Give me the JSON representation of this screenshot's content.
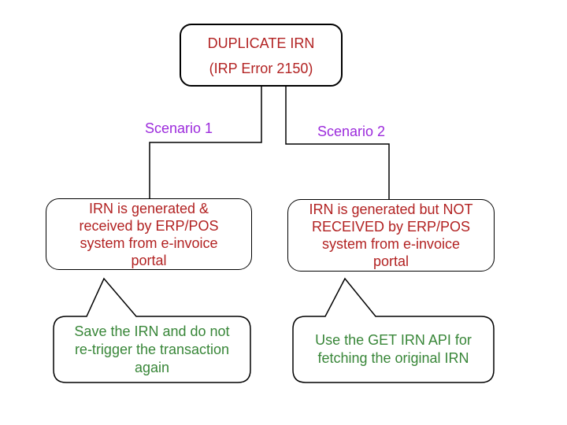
{
  "diagram": {
    "title_node": {
      "line1": "DUPLICATE IRN",
      "line2": "(IRP Error 2150)"
    },
    "branches": {
      "scenario1_label": "Scenario 1",
      "scenario2_label": "Scenario 2"
    },
    "scenario1": {
      "description": "IRN is generated &\nreceived by ERP/POS\nsystem from e-invoice\nportal",
      "action": "Save the IRN and do not\nre-trigger the transaction\nagain"
    },
    "scenario2": {
      "description": "IRN is generated but NOT\nRECEIVED by ERP/POS\nsystem from e-invoice\nportal",
      "action": "Use the GET IRN API for\nfetching the original IRN"
    },
    "palette": {
      "node_text_red": "#b22222",
      "action_text_green": "#388638",
      "branch_label_purple": "#9c2bdc",
      "line_black": "#000000",
      "background": "#ffffff"
    }
  }
}
